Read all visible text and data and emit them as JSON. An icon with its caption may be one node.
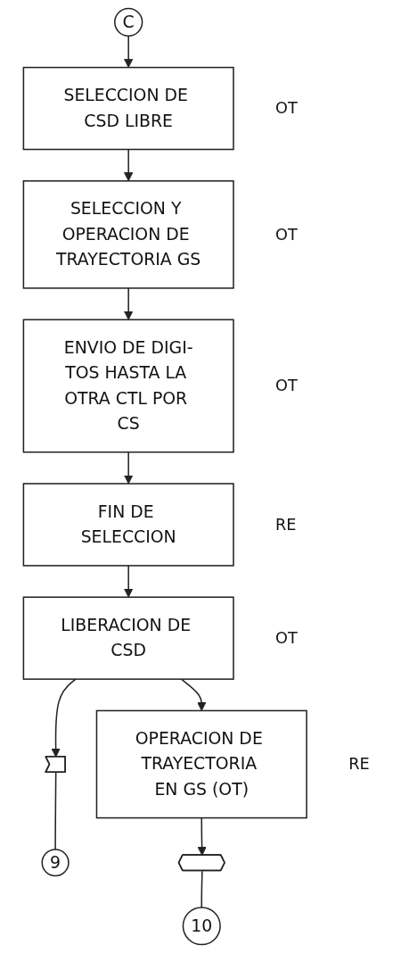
{
  "diagram": {
    "nodes": [
      {
        "text": [
          "C"
        ]
      },
      {
        "text": [
          "SELECCION DE CSD LIBRE"
        ],
        "beside": [
          "OT"
        ]
      },
      {
        "text": [
          "SELECCION Y OPERACION DE TRAYECTORIA GS"
        ],
        "beside": [
          "OT"
        ]
      },
      {
        "text": [
          "ENVIO DE DIGI-TOS HASTA LA OTRA CTL POR CS"
        ],
        "beside": [
          "OT"
        ]
      },
      {
        "text": [
          "FIN DE SELECCION"
        ],
        "beside": [
          "RE"
        ]
      },
      {
        "text": [
          "LIBERACION DE CSD"
        ],
        "beside": [
          "OT"
        ]
      },
      {
        "text": [],
        "shape": "flag"
      },
      {
        "text": [
          "9"
        ]
      },
      {
        "text": [
          "OPERACION DE TRAYECTORIA EN GS (OT)"
        ],
        "beside": [
          "RE"
        ]
      },
      {
        "text": [],
        "shape": "pentagon"
      },
      {
        "text": [
          "10"
        ]
      }
    ],
    "edges": [
      {
        "from": 0,
        "to": 1,
        "arrow": "to"
      },
      {
        "from": 1,
        "to": 2,
        "arrow": "to"
      },
      {
        "from": 2,
        "to": 3,
        "arrow": "to"
      },
      {
        "from": 3,
        "to": 4,
        "arrow": "to"
      },
      {
        "from": 4,
        "to": 5,
        "arrow": "to"
      },
      {
        "from": 5,
        "to": 6,
        "arrow": "to"
      },
      {
        "from": 5,
        "to": 8,
        "arrow": "to"
      },
      {
        "from": 6,
        "to": 7,
        "arrow": "none"
      },
      {
        "from": 8,
        "to": 9,
        "arrow": "to"
      },
      {
        "from": 9,
        "to": 10,
        "arrow": "none"
      }
    ]
  }
}
